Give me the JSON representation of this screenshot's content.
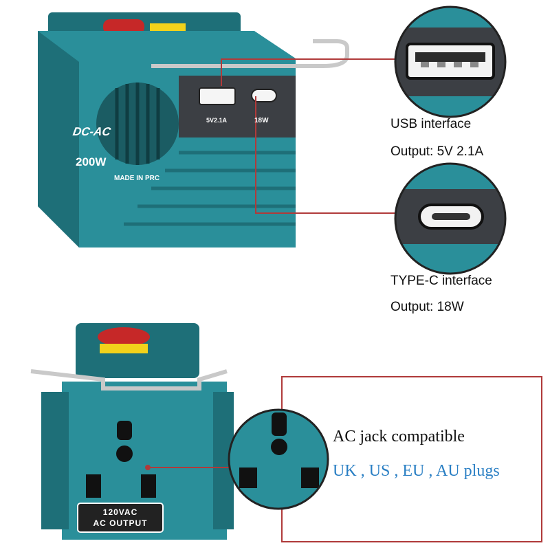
{
  "colors": {
    "housing": "#2a8f9a",
    "housing_dark": "#1e6f78",
    "housing_light": "#3aa8b3",
    "panel": "#3c3f44",
    "accent_red": "#c62828",
    "accent_yellow": "#f2d21b",
    "metal": "#c9c9c9",
    "callout_line": "#b03a3a",
    "plugs_text": "#2a7fc4"
  },
  "top_device": {
    "brand_text": "DC-AC",
    "power_text": "200W",
    "origin_text": "MADE IN PRC",
    "usb_port_label": "5V2.1A",
    "typec_port_label": "18W"
  },
  "bottom_device": {
    "output_line1": "120VAC",
    "output_line2": "AC OUTPUT"
  },
  "callouts": {
    "usb": {
      "title": "USB interface",
      "subtitle": "Output: 5V 2.1A"
    },
    "typec": {
      "title": "TYPE-C interface",
      "subtitle": "Output: 18W"
    },
    "ac": {
      "title": "AC jack compatible",
      "subtitle": "UK , US , EU , AU plugs"
    }
  }
}
